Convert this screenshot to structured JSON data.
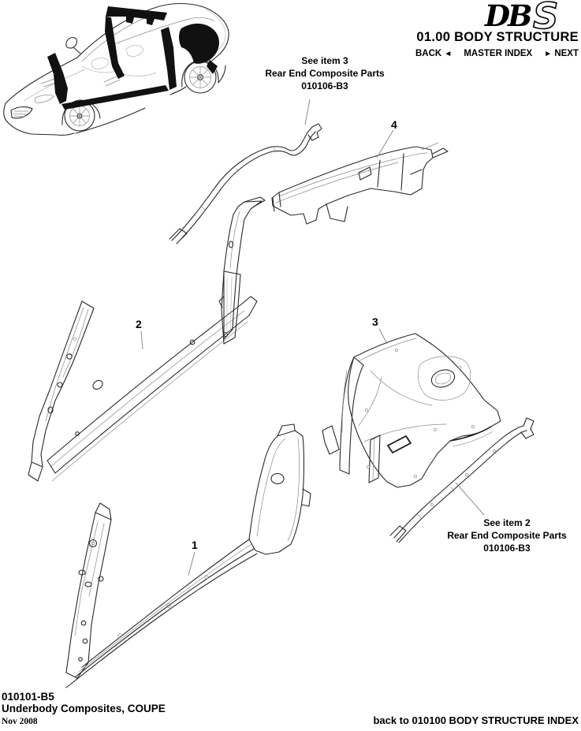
{
  "logo": {
    "db": "DB",
    "s": "S"
  },
  "header": {
    "section_title": "01.00 BODY STRUCTURE",
    "nav": {
      "back_label": "BACK",
      "back_arrow": "◄",
      "master_index_label": "MASTER INDEX",
      "next_arrow": "►",
      "next_label": "NEXT"
    }
  },
  "annotations": {
    "see_item_3": {
      "lines": [
        "See item 3",
        "Rear End Composite Parts",
        "010106-B3"
      ]
    },
    "see_item_2": {
      "lines": [
        "See item 2",
        "Rear End Composite Parts",
        "010106-B3"
      ]
    }
  },
  "part_labels": {
    "item1": "1",
    "item2": "2",
    "item3": "3",
    "item4": "4"
  },
  "footer": {
    "doc_number": "010101-B5",
    "doc_title": "Underbody Composites, COUPE",
    "date": "Nov 2008",
    "back_link": "back to 010100 BODY STRUCTURE INDEX"
  },
  "colors": {
    "ink": "#000000",
    "line_dark": "#2a2a2a",
    "line_light": "#8a8a8a",
    "leader": "#8c8c8c",
    "background": "#ffffff"
  }
}
